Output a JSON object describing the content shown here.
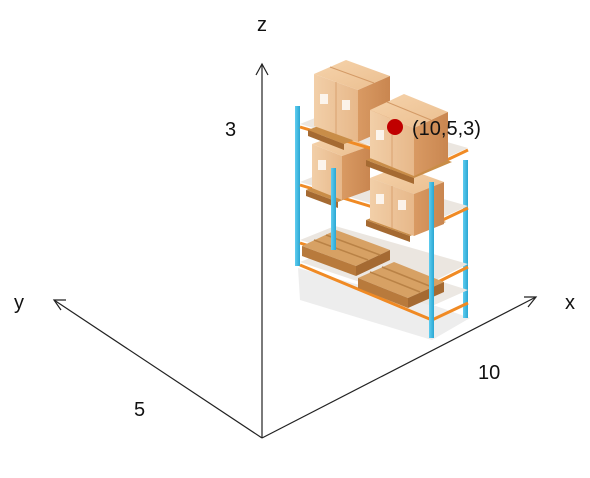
{
  "axes": {
    "x": {
      "name": "x",
      "tick_value": "10"
    },
    "y": {
      "name": "y",
      "tick_value": "5"
    },
    "z": {
      "name": "z",
      "tick_value": "3"
    }
  },
  "point": {
    "label": "(10,5,3)",
    "color": "#c00000"
  },
  "shelf": {
    "upright_color": "#3db8e0",
    "beam_color": "#f08a24",
    "deck_color": "#ece8e3",
    "pallet_color": "#c98d48",
    "box_color": "#e9b988"
  }
}
